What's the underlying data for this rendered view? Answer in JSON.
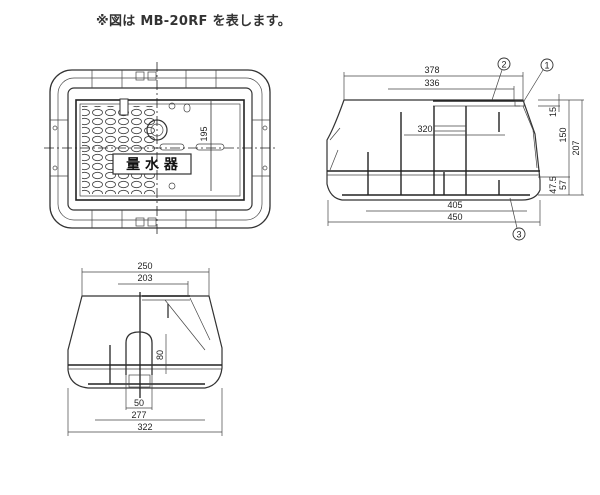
{
  "caption": "※図は MB-20RF を表します。",
  "top_view": {
    "lid_label": "量 水 器",
    "dimensions": {
      "inner_height": "195"
    }
  },
  "side_view": {
    "dimensions": {
      "top_outer": "378",
      "top_inner": "336",
      "inner_mid": "320",
      "bottom_inner": "405",
      "bottom_outer": "450",
      "h_lid": "15",
      "h_mid": "150",
      "h_total": "207",
      "h_low1": "47.5",
      "h_low2": "57"
    },
    "callouts": [
      "1",
      "2",
      "3"
    ]
  },
  "front_view": {
    "dimensions": {
      "top_outer": "250",
      "top_inner": "203",
      "opening_height": "80",
      "opening_width": "50",
      "bottom_inner": "277",
      "bottom_outer": "322"
    }
  }
}
